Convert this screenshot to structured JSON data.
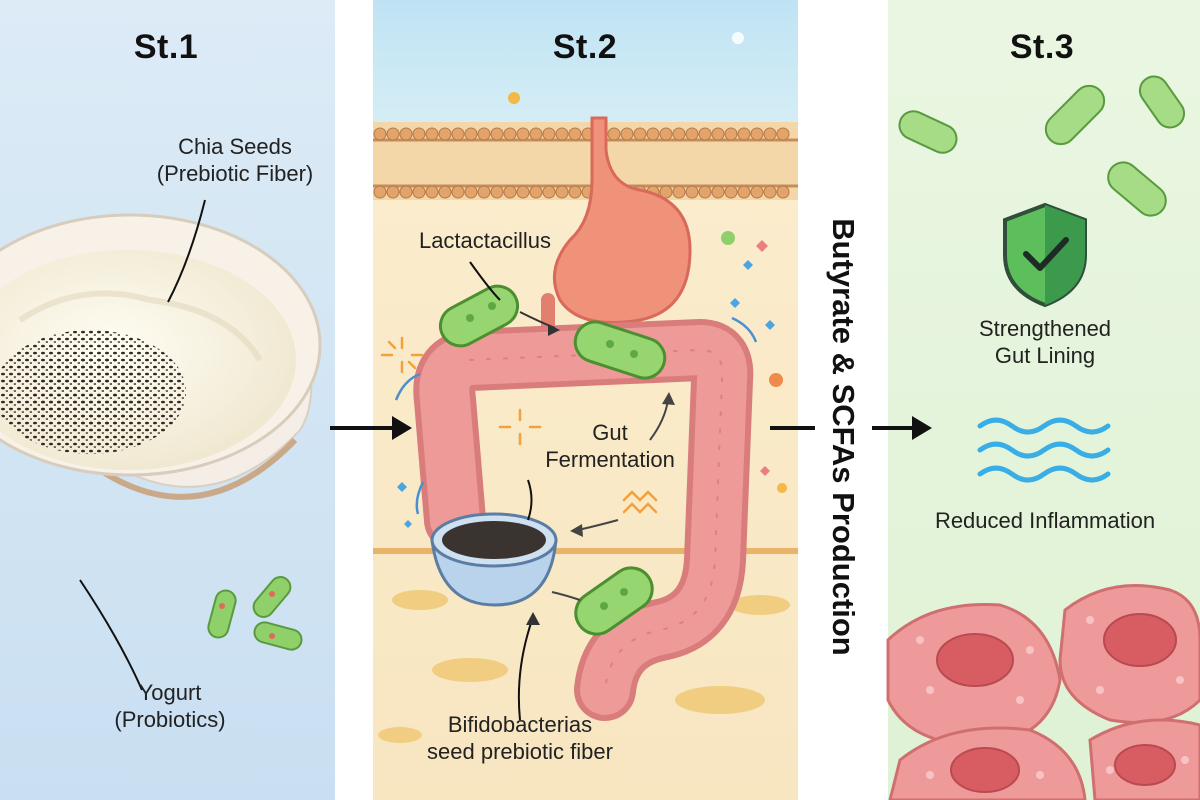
{
  "stages": [
    {
      "title": "St.1"
    },
    {
      "title": "St.2"
    },
    {
      "title": "St.3"
    }
  ],
  "stage1": {
    "chia_label_line1": "Chia Seeds",
    "chia_label_line2": "(Prebiotic Fiber)",
    "yogurt_label_line1": "Yogurt",
    "yogurt_label_line2": "(Probiotics)"
  },
  "stage2": {
    "lacto_label": "Lactactacillus",
    "gut_label_line1": "Gut",
    "gut_label_line2": "Fermentation",
    "bifido_label_line1": "Bifidobacterias",
    "bifido_label_line2": "seed prebiotic fiber"
  },
  "transition": {
    "title": "Butyrate & SCFAs Production"
  },
  "stage3": {
    "lining_label_line1": "Strengthened",
    "lining_label_line2": "Gut Lining",
    "inflammation_label": "Reduced Inflammation"
  },
  "colors": {
    "panel1_bg": "#dcecf7",
    "panel2_bg": "#f8e8c4",
    "panel3_bg": "#e4f4dc",
    "gut_pink": "#e88a8a",
    "bacteria_green": "#8fd06a",
    "shield_green": "#4caf50",
    "wave_blue": "#3ab0e6",
    "cell_pink": "#e89696"
  },
  "icons": [
    "arrow-right-icon",
    "bacteria-icon",
    "shield-check-icon",
    "waves-icon",
    "stomach-icon",
    "sparkle-icon"
  ]
}
